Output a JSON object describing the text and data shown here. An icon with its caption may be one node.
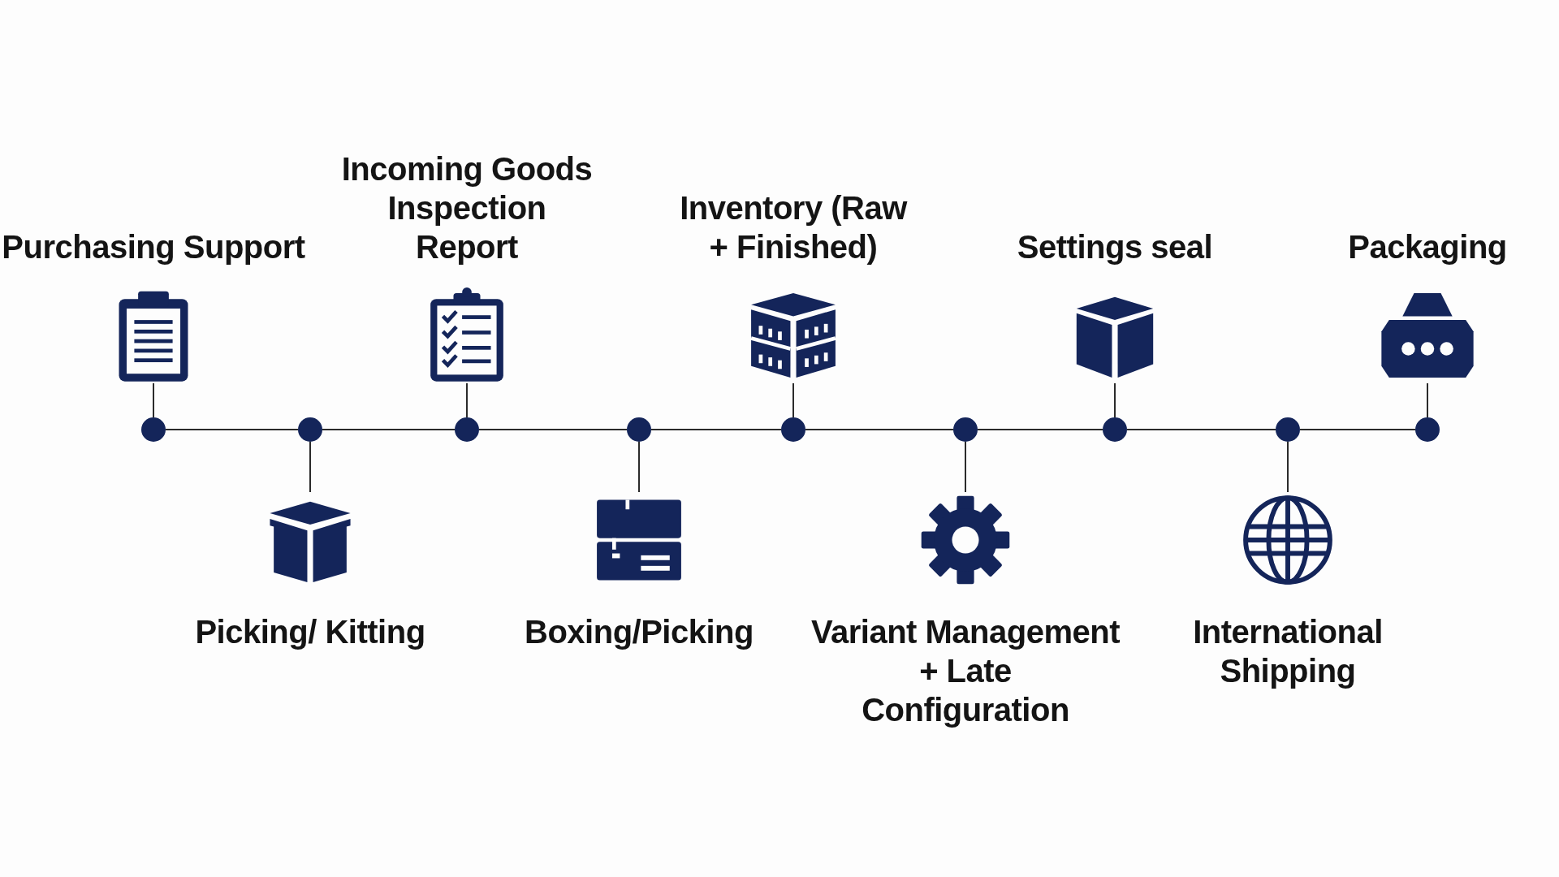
{
  "diagram": {
    "nodes": [
      {
        "text": [
          "Purchasing Support"
        ]
      },
      {
        "text": [
          "Picking/ Kitting"
        ]
      },
      {
        "text": [
          "Incoming Goods Inspection Report"
        ]
      },
      {
        "text": [
          "Boxing/Picking"
        ]
      },
      {
        "text": [
          "Inventory (Raw + Finished)"
        ]
      },
      {
        "text": [
          "Variant Management + Late Configuration"
        ]
      },
      {
        "text": [
          "Settings seal"
        ]
      },
      {
        "text": [
          "International Shipping"
        ]
      },
      {
        "text": [
          "Packaging"
        ]
      },
      {
        "text": [],
        "shape": "circle"
      },
      {
        "text": [],
        "shape": "circle"
      },
      {
        "text": [],
        "shape": "circle"
      },
      {
        "text": [],
        "shape": "circle"
      },
      {
        "text": [],
        "shape": "circle"
      },
      {
        "text": [],
        "shape": "circle"
      },
      {
        "text": [],
        "shape": "circle"
      },
      {
        "text": [],
        "shape": "circle"
      },
      {
        "text": [],
        "shape": "circle"
      }
    ],
    "edges": [
      {
        "from": 0,
        "to": 9,
        "arrow": "none"
      },
      {
        "from": 1,
        "to": 10,
        "arrow": "none"
      },
      {
        "from": 2,
        "to": 11,
        "arrow": "none"
      },
      {
        "from": 3,
        "to": 12,
        "arrow": "none"
      },
      {
        "from": 4,
        "to": 13,
        "arrow": "none"
      },
      {
        "from": 5,
        "to": 14,
        "arrow": "none"
      },
      {
        "from": 6,
        "to": 15,
        "arrow": "none"
      },
      {
        "from": 7,
        "to": 16,
        "arrow": "none"
      },
      {
        "from": 8,
        "to": 17,
        "arrow": "none"
      },
      {
        "from": 9,
        "to": 10,
        "arrow": "none"
      },
      {
        "from": 10,
        "to": 11,
        "arrow": "none"
      },
      {
        "from": 11,
        "to": 12,
        "arrow": "none"
      },
      {
        "from": 12,
        "to": 13,
        "arrow": "none"
      },
      {
        "from": 13,
        "to": 14,
        "arrow": "none"
      },
      {
        "from": 14,
        "to": 15,
        "arrow": "none"
      },
      {
        "from": 15,
        "to": 16,
        "arrow": "none"
      },
      {
        "from": 16,
        "to": 17,
        "arrow": "none"
      }
    ]
  }
}
